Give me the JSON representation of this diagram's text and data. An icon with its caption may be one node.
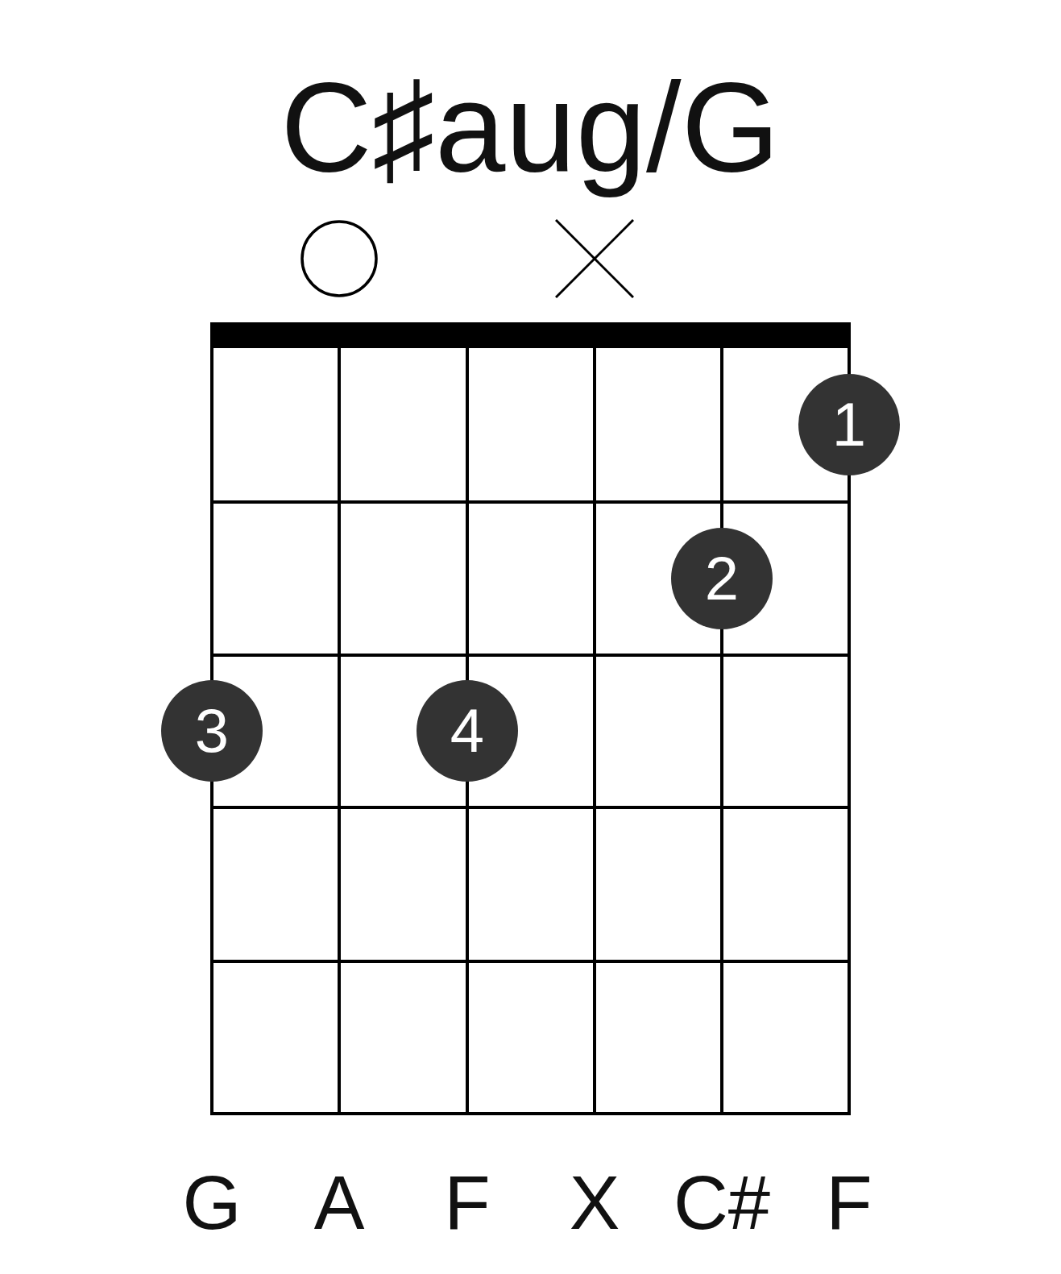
{
  "diagram": {
    "title": "C♯aug/G",
    "nodes": [
      {
        "text": [],
        "shape": "circle"
      },
      {
        "text": [],
        "shape": "cross"
      },
      {
        "text": [
          "1"
        ]
      },
      {
        "text": [
          "2"
        ]
      },
      {
        "text": [
          "3"
        ]
      },
      {
        "text": [
          "4"
        ]
      }
    ],
    "labels": [
      "G",
      "A",
      "F",
      "X",
      "C#",
      "F"
    ]
  }
}
